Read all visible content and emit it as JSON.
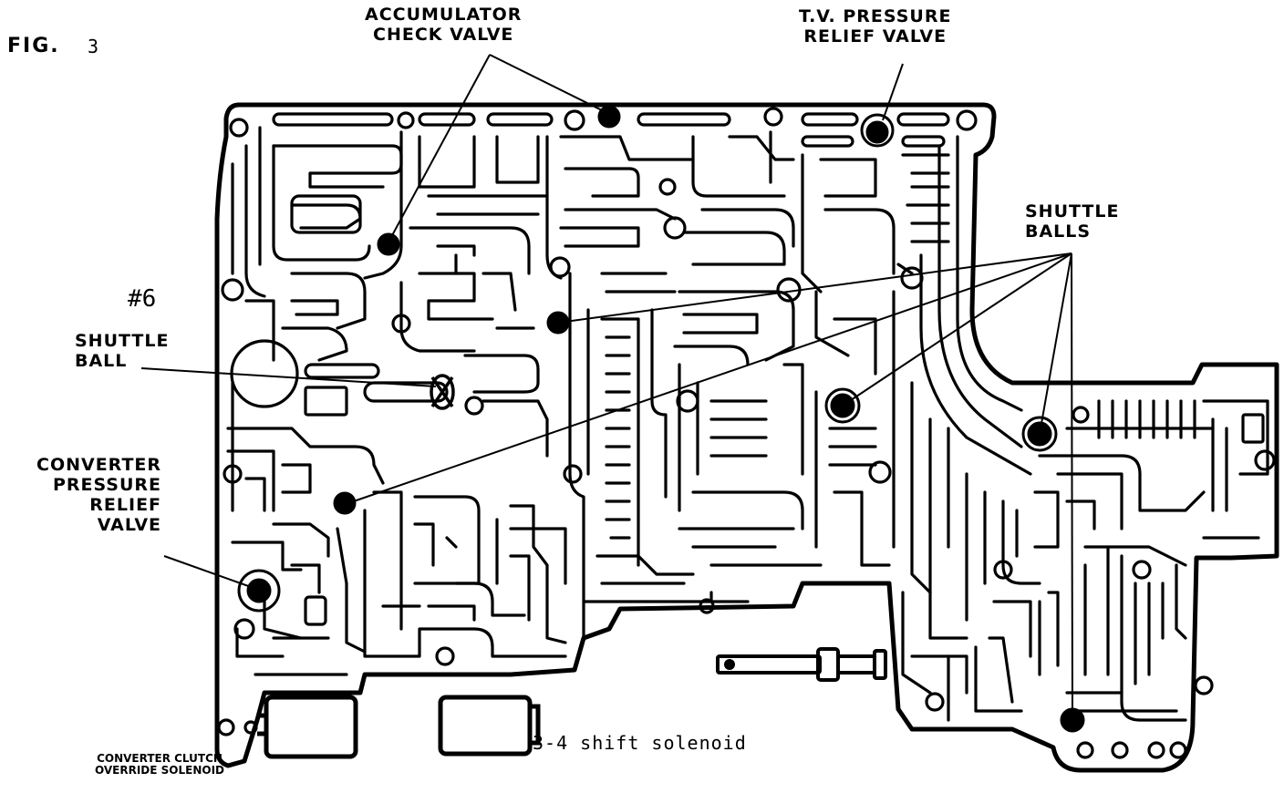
{
  "figure": {
    "label": "FIG.",
    "number": "3"
  },
  "callouts": {
    "accumulator": {
      "line1": "ACCUMULATOR",
      "line2": "CHECK VALVE"
    },
    "tv_pressure": {
      "line1": "T.V. PRESSURE",
      "line2": "RELIEF VALVE"
    },
    "shuttle_balls": {
      "line1": "SHUTTLE",
      "line2": "BALLS"
    },
    "shuttle6": {
      "number": "#6",
      "line1": "SHUTTLE",
      "line2": "BALL"
    },
    "converter_pressure": {
      "line1": "CONVERTER",
      "line2": "PRESSURE",
      "line3": "RELIEF",
      "line4": "VALVE"
    },
    "solenoid_34": "3-4 shift solenoid",
    "converter_clutch": {
      "line1": "CONVERTER CLUTCH",
      "line2": "OVERRIDE SOLENOID"
    }
  },
  "colors": {
    "ink": "#000000",
    "paper": "#ffffff"
  }
}
